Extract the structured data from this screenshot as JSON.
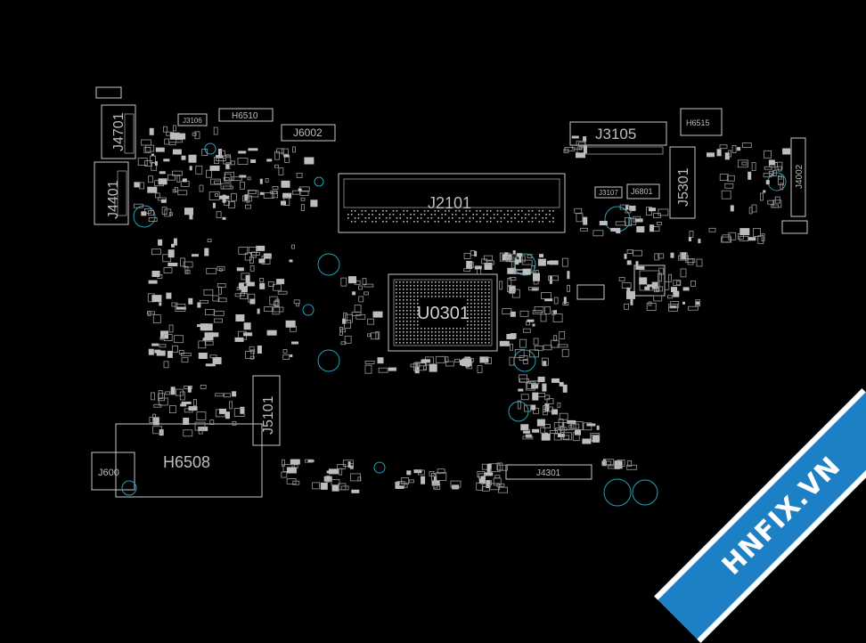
{
  "labels": {
    "j4701": "J4701",
    "j4401": "J4401",
    "j3106": "J3106",
    "h6510": "H6510",
    "j6002": "J6002",
    "j2101": "J2101",
    "j3105": "J3105",
    "h6515": "H6515",
    "j5301": "J5301",
    "j4002": "J4002",
    "j3107": "J3107",
    "j6801": "J6801",
    "u0301": "U0301",
    "j5101": "J5101",
    "h6508": "H6508",
    "j6001": "J600",
    "j4301": "J4301"
  },
  "watermark": "HNFIX.VN",
  "colors": {
    "background": "#000000",
    "outline": "#c8c8c8",
    "mounting_hole": "#1fa4b8",
    "ribbon": "#1d7fc4"
  }
}
